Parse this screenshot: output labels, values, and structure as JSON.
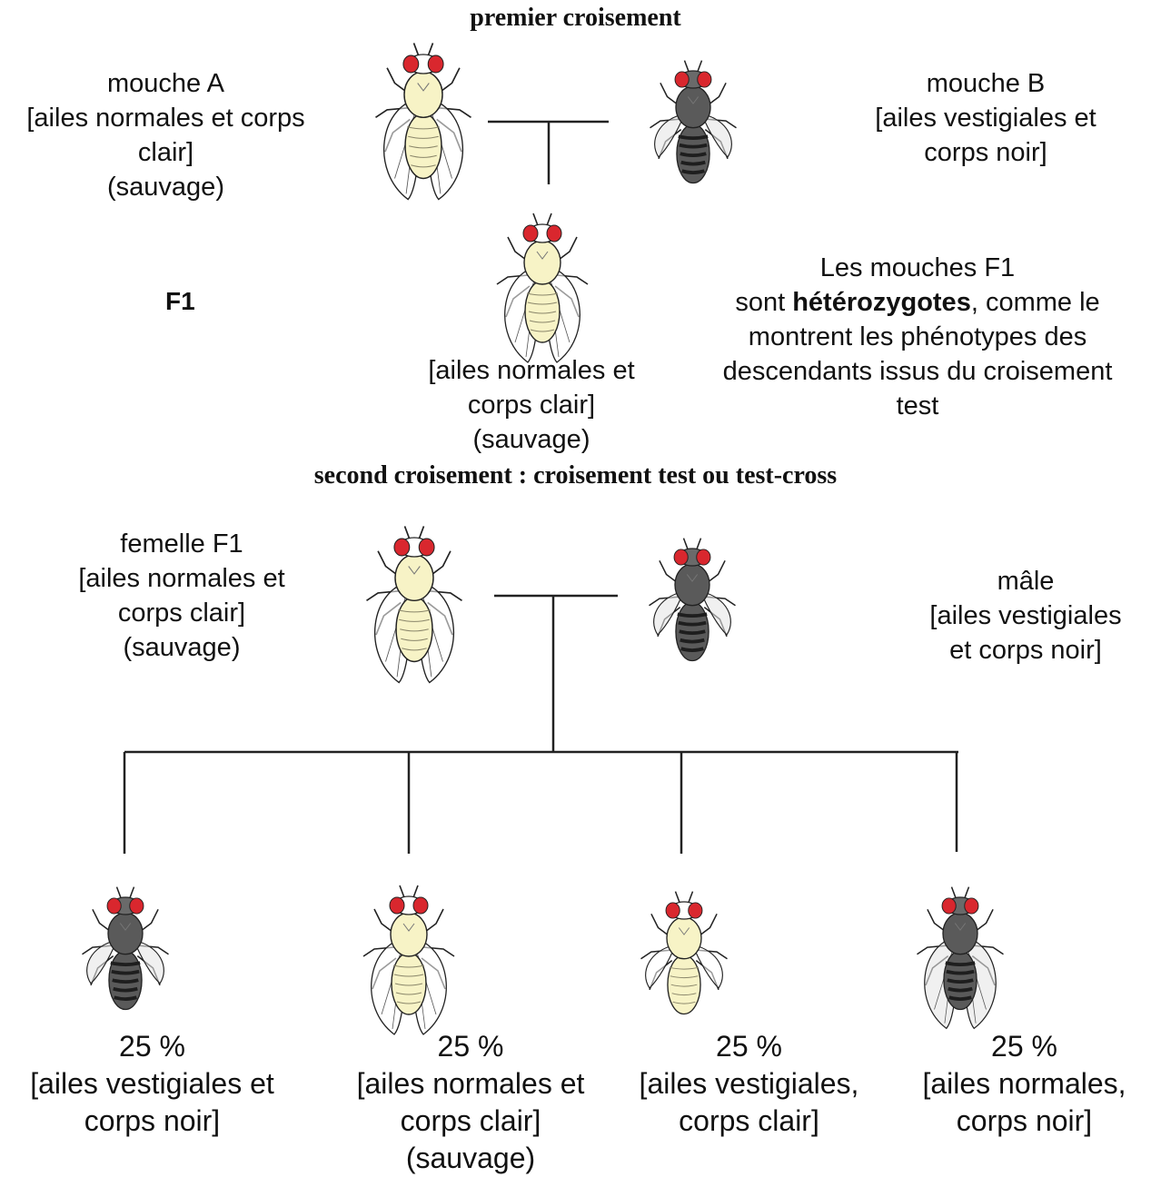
{
  "titles": {
    "first_cross": "premier croisement",
    "second_cross": "second croisement : croisement test ou test-cross"
  },
  "mouche_a": [
    "mouche A",
    "[ailes normales et corps",
    "clair]",
    "(sauvage)"
  ],
  "mouche_b": [
    "mouche B",
    "[ailes vestigiales et",
    "corps noir]"
  ],
  "f1": {
    "label": "F1",
    "phenotype": [
      "[ailes normales et",
      "corps clair]",
      "(sauvage)"
    ],
    "note_line1": "Les mouches F1",
    "note_pre": "sont ",
    "note_bold": "hétérozygotes",
    "note_post": ", comme le",
    "note_line3": "montrent les phénotypes des",
    "note_line4": "descendants issus du croisement",
    "note_line5": "test"
  },
  "femelle": [
    "femelle F1",
    "[ailes normales et",
    "corps clair]",
    "(sauvage)"
  ],
  "male": [
    "mâle",
    "[ailes vestigiales",
    "et corps noir]"
  ],
  "offspring": [
    {
      "percent": "25 %",
      "lines": [
        "[ailes vestigiales et",
        "corps noir]"
      ]
    },
    {
      "percent": "25 %",
      "lines": [
        "[ailes normales et",
        "corps clair]",
        "(sauvage)"
      ]
    },
    {
      "percent": "25 %",
      "lines": [
        "[ailes vestigiales,",
        "corps clair]"
      ]
    },
    {
      "percent": "25 %",
      "lines": [
        "[ailes normales,",
        "corps noir]"
      ]
    }
  ],
  "colors": {
    "eye_red": "#d9272e",
    "body_light": "#f7f3c6",
    "body_dark": "#5a5a5a",
    "stripe_dark": "#1e1e1e",
    "line": "#222222"
  }
}
